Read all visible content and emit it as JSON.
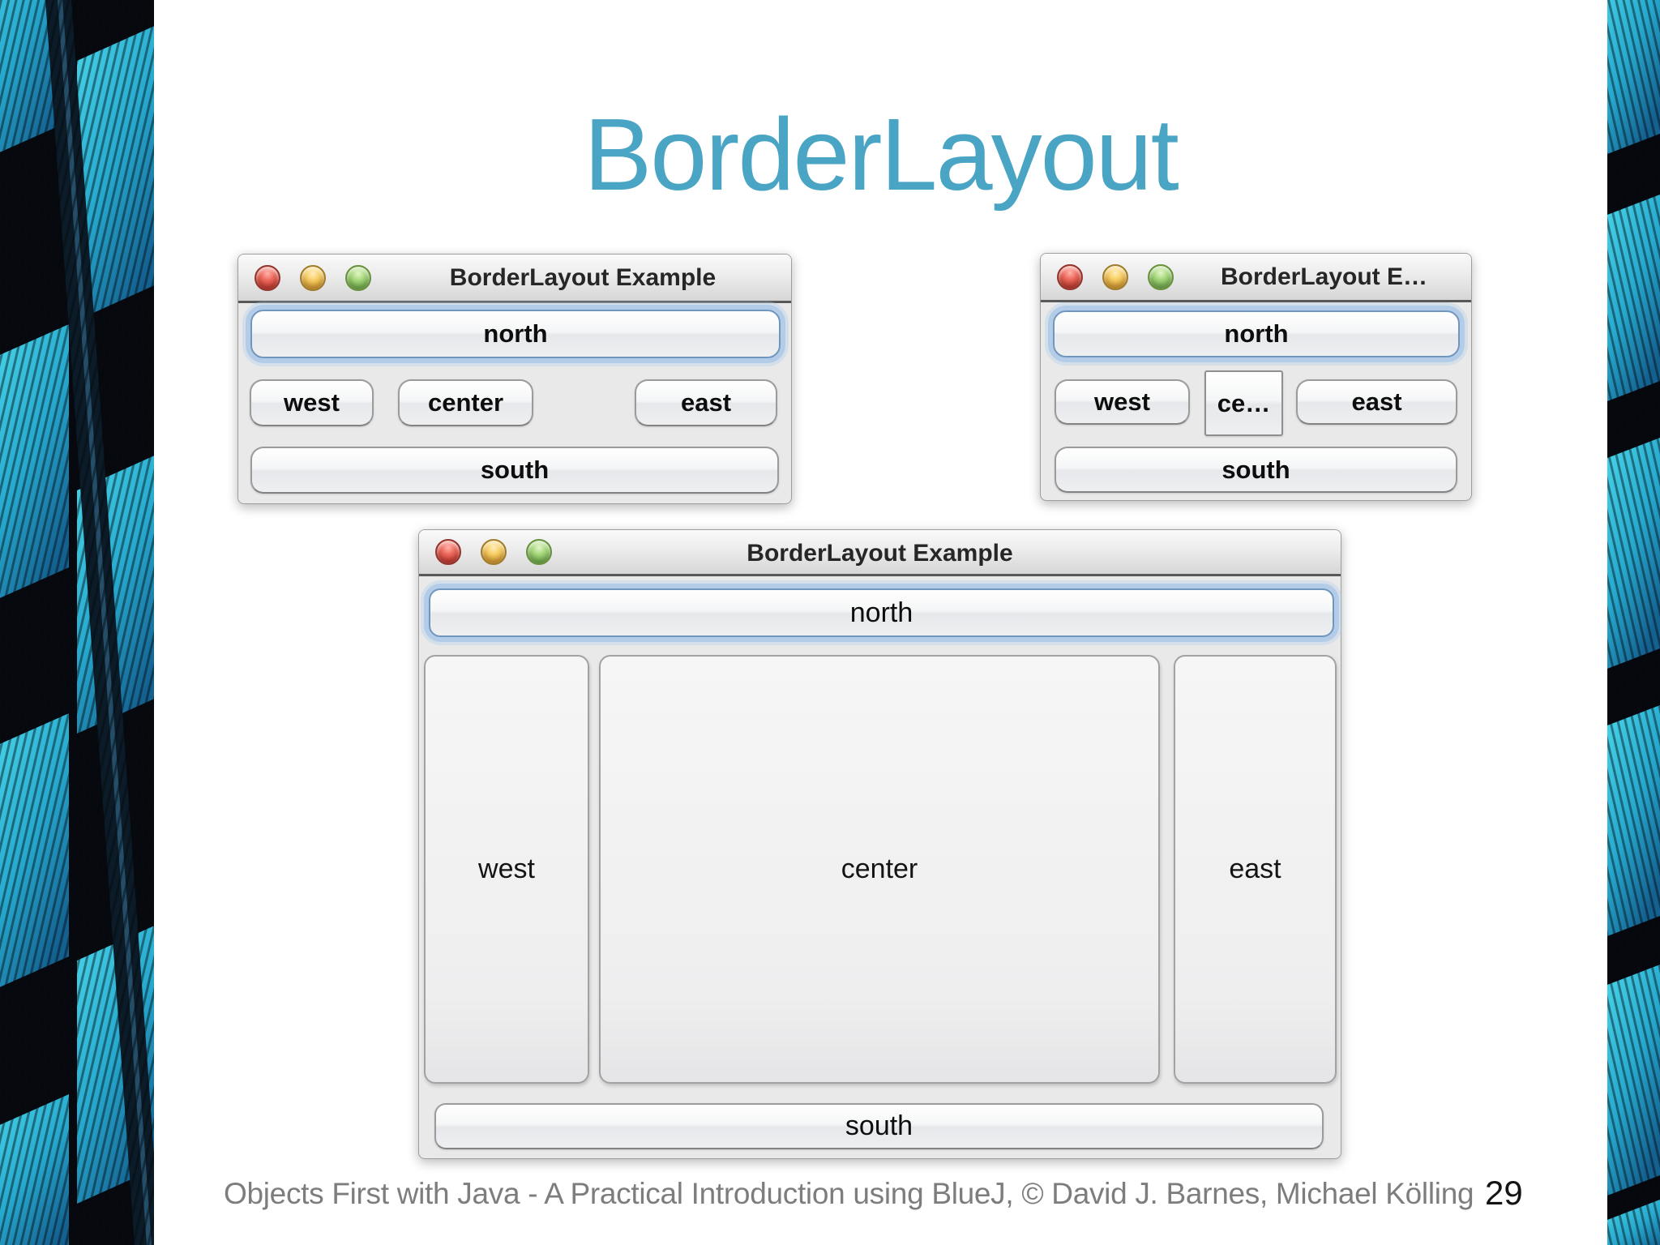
{
  "slide": {
    "title": "BorderLayout",
    "footer_credit": "Objects First with Java - A Practical Introduction using BlueJ, © David J. Barnes, Michael Kölling",
    "page_number": "29"
  },
  "colors": {
    "title_text": "#4aa5c4",
    "focus_ring_blue": "#b3cde9",
    "feather_cyan_bright": "#3fd0e8",
    "feather_cyan_deep": "#15608f",
    "feather_black": "#07090f",
    "window_background": "#e9e9ea"
  },
  "icons": {
    "close": "red-traffic-light-circle",
    "minimize": "yellow-traffic-light-circle",
    "zoom": "green-traffic-light-circle"
  },
  "windows": {
    "top_left": {
      "title": "BorderLayout Example",
      "buttons": {
        "north": "north",
        "west": "west",
        "center": "center",
        "east": "east",
        "south": "south"
      }
    },
    "top_right": {
      "title": "BorderLayout E…",
      "buttons": {
        "north": "north",
        "west": "west",
        "center": "ce…",
        "east": "east",
        "south": "south"
      }
    },
    "large": {
      "title": "BorderLayout Example",
      "buttons": {
        "north": "north",
        "west": "west",
        "center": "center",
        "east": "east",
        "south": "south"
      }
    }
  }
}
